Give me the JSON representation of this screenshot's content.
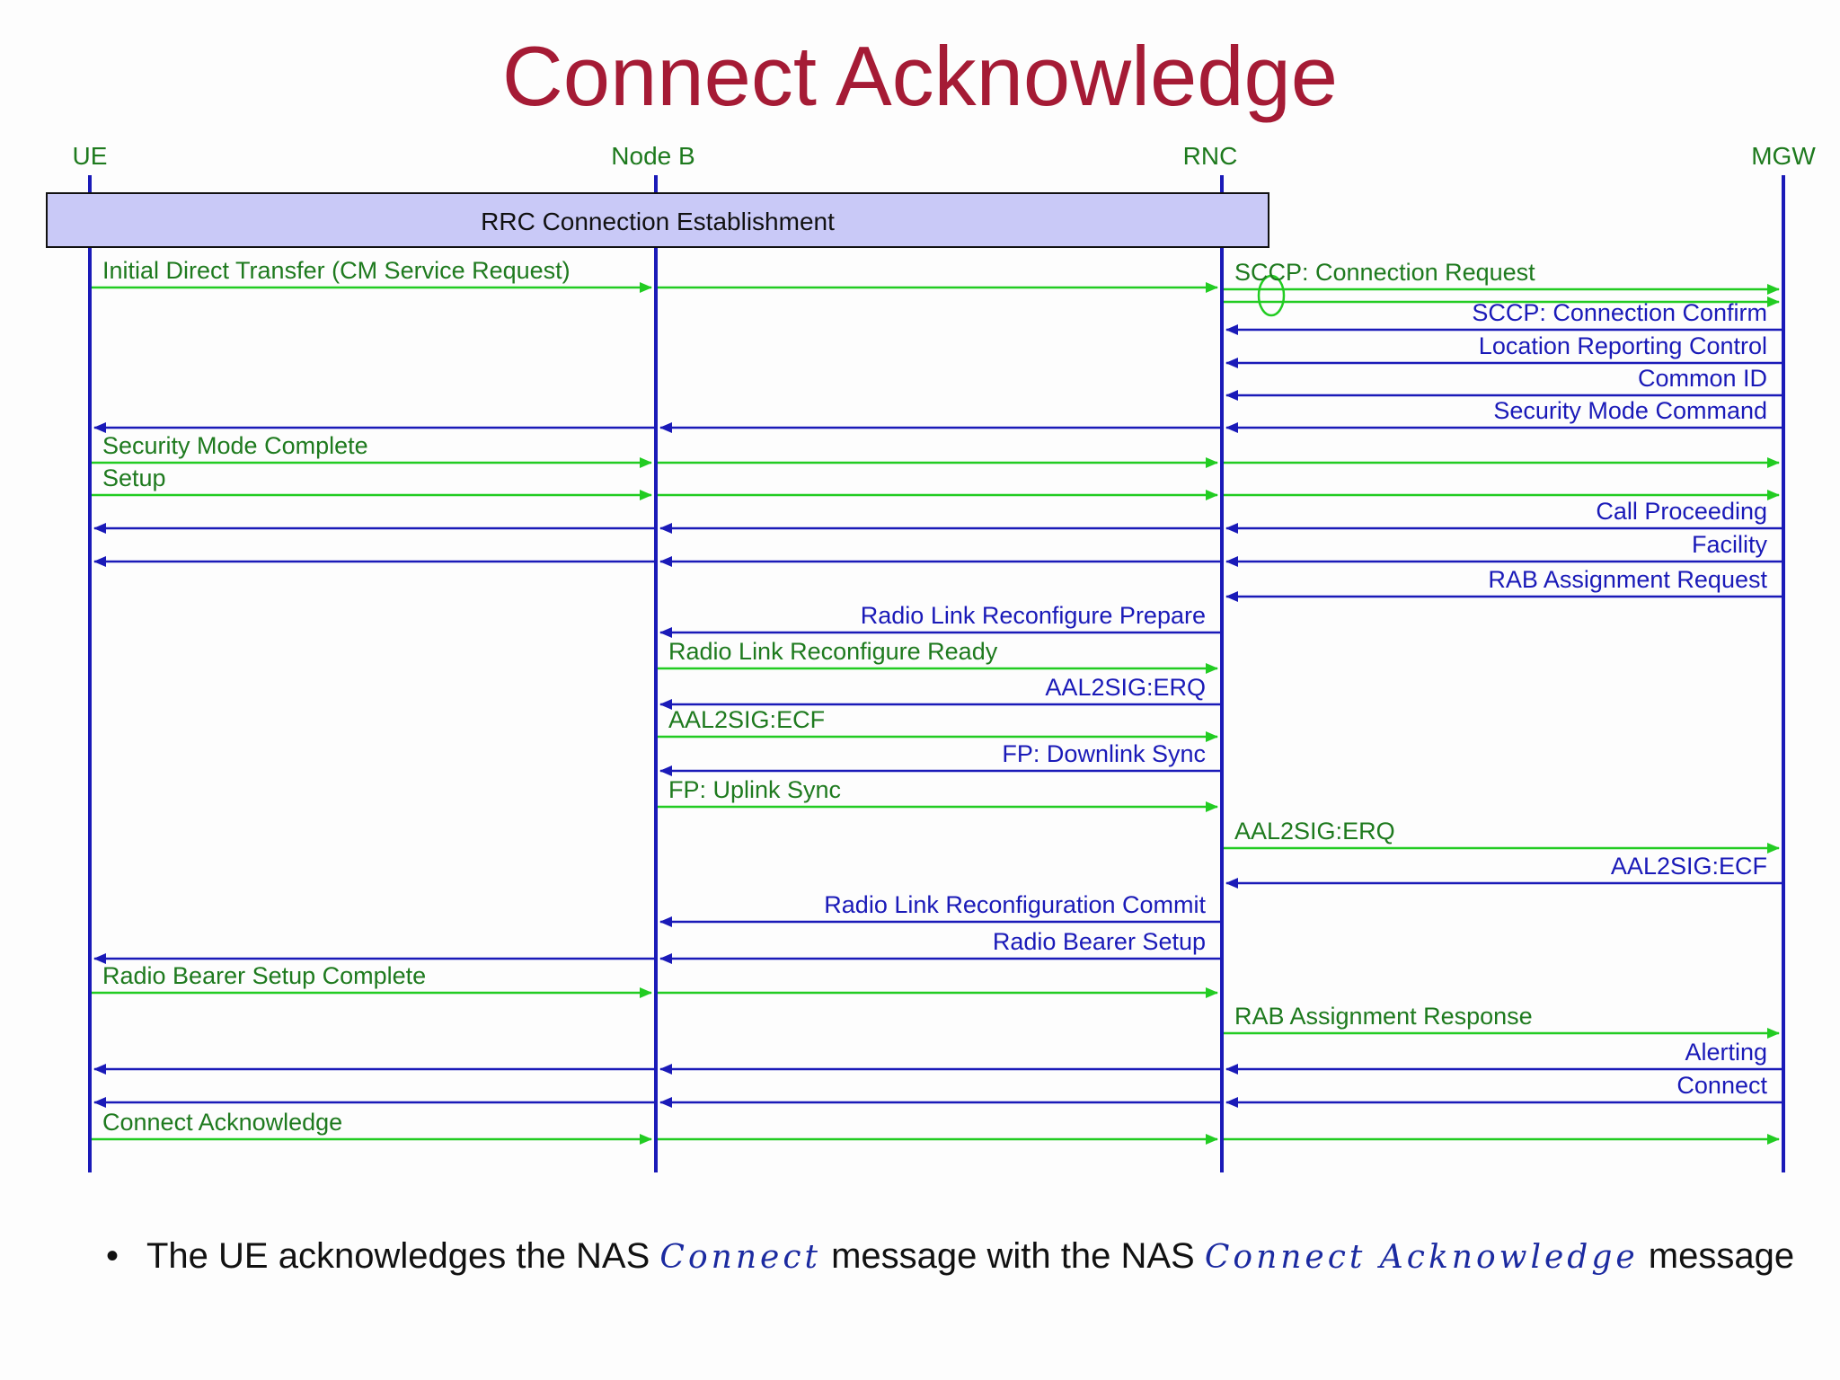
{
  "title": "Connect Acknowledge",
  "colors": {
    "title": "#a51b35",
    "uplink": "#22cc22",
    "uplink_text": "#1e7a1e",
    "downlink": "#1a1ab8",
    "lifeline": "#1a1ab8",
    "box_fill": "#c9c9f7"
  },
  "entities": [
    {
      "id": "ue",
      "label": "UE"
    },
    {
      "id": "nodeb",
      "label": "Node B"
    },
    {
      "id": "rnc",
      "label": "RNC"
    },
    {
      "id": "mgw",
      "label": "MGW"
    }
  ],
  "phase_box": {
    "label": "RRC Connection Establishment",
    "from": "ue",
    "to": "rnc"
  },
  "messages": [
    {
      "label": "Initial Direct Transfer (CM Service Request)",
      "from": "ue",
      "to": "rnc",
      "dir": "up",
      "label_seg": "ue"
    },
    {
      "label": "SCCP: Connection Request",
      "from": "rnc",
      "to": "mgw",
      "dir": "up",
      "label_seg": "rnc",
      "double": true,
      "oval": true
    },
    {
      "label": "SCCP: Connection Confirm",
      "from": "mgw",
      "to": "rnc",
      "dir": "down",
      "label_seg": "rnc"
    },
    {
      "label": "Location Reporting Control",
      "from": "mgw",
      "to": "rnc",
      "dir": "down",
      "label_seg": "rnc"
    },
    {
      "label": "Common ID",
      "from": "mgw",
      "to": "rnc",
      "dir": "down",
      "label_seg": "rnc"
    },
    {
      "label": "Security Mode Command",
      "from": "mgw",
      "to": "ue",
      "dir": "down",
      "label_seg": "rnc"
    },
    {
      "label": "Security Mode Complete",
      "from": "ue",
      "to": "mgw",
      "dir": "up",
      "label_seg": "ue"
    },
    {
      "label": "Setup",
      "from": "ue",
      "to": "mgw",
      "dir": "up",
      "label_seg": "ue"
    },
    {
      "label": "Call Proceeding",
      "from": "mgw",
      "to": "ue",
      "dir": "down",
      "label_seg": "rnc"
    },
    {
      "label": "Facility",
      "from": "mgw",
      "to": "ue",
      "dir": "down",
      "label_seg": "rnc"
    },
    {
      "label": "RAB Assignment Request",
      "from": "mgw",
      "to": "rnc",
      "dir": "down",
      "label_seg": "rnc"
    },
    {
      "label": "Radio Link Reconfigure Prepare",
      "from": "rnc",
      "to": "nodeb",
      "dir": "down",
      "label_seg": "nodeb"
    },
    {
      "label": "Radio Link Reconfigure Ready",
      "from": "nodeb",
      "to": "rnc",
      "dir": "up",
      "label_seg": "nodeb"
    },
    {
      "label": "AAL2SIG:ERQ",
      "from": "rnc",
      "to": "nodeb",
      "dir": "down",
      "label_seg": "nodeb"
    },
    {
      "label": "AAL2SIG:ECF",
      "from": "nodeb",
      "to": "rnc",
      "dir": "up",
      "label_seg": "nodeb"
    },
    {
      "label": "FP: Downlink Sync",
      "from": "rnc",
      "to": "nodeb",
      "dir": "down",
      "label_seg": "nodeb"
    },
    {
      "label": "FP: Uplink Sync",
      "from": "nodeb",
      "to": "rnc",
      "dir": "up",
      "label_seg": "nodeb"
    },
    {
      "label": "AAL2SIG:ERQ",
      "from": "rnc",
      "to": "mgw",
      "dir": "up",
      "label_seg": "rnc"
    },
    {
      "label": "AAL2SIG:ECF",
      "from": "mgw",
      "to": "rnc",
      "dir": "down",
      "label_seg": "rnc"
    },
    {
      "label": "Radio Link Reconfiguration Commit",
      "from": "rnc",
      "to": "nodeb",
      "dir": "down",
      "label_seg": "nodeb"
    },
    {
      "label": "Radio Bearer Setup",
      "from": "rnc",
      "to": "ue",
      "dir": "down",
      "label_seg": "nodeb"
    },
    {
      "label": "Radio Bearer Setup Complete",
      "from": "ue",
      "to": "rnc",
      "dir": "up",
      "label_seg": "ue"
    },
    {
      "label": "RAB Assignment Response",
      "from": "rnc",
      "to": "mgw",
      "dir": "up",
      "label_seg": "rnc"
    },
    {
      "label": "Alerting",
      "from": "mgw",
      "to": "ue",
      "dir": "down",
      "label_seg": "rnc"
    },
    {
      "label": "Connect",
      "from": "mgw",
      "to": "ue",
      "dir": "down",
      "label_seg": "rnc"
    },
    {
      "label": "Connect Acknowledge",
      "from": "ue",
      "to": "mgw",
      "dir": "up",
      "label_seg": "ue"
    }
  ],
  "bullet": {
    "symbol": "•",
    "part1": "The UE acknowledges the NAS",
    "script1": "Connect",
    "part2": "message with the NAS",
    "script2": "Connect Acknowledge",
    "part3": "message"
  }
}
